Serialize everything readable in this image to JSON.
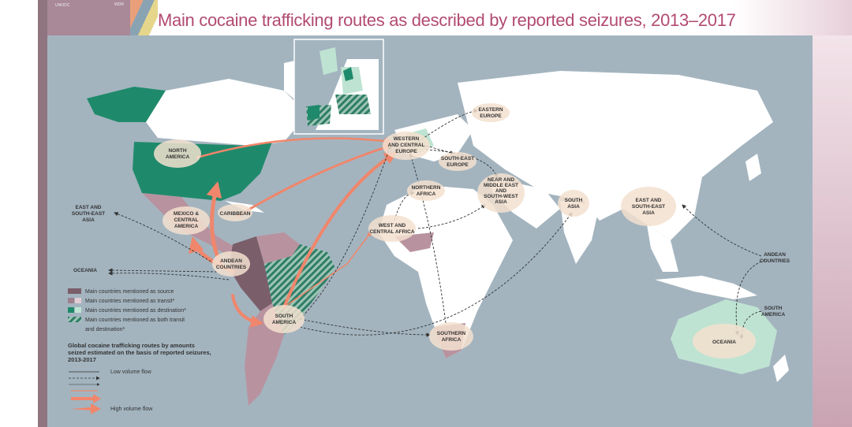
{
  "title": "Main cocaine trafficking routes as described by reported seizures, 2013–2017",
  "logos": {
    "left": "UNODC",
    "right": "WDR"
  },
  "colors": {
    "title": "#b24a72",
    "ocean": "#a3b4bf",
    "land": "#ffffff",
    "source": "#7a5f6a",
    "transit": "#b8939f",
    "destination": "#1f8a6b",
    "destination_light": "#bfe3d2",
    "flow": "#f0866b",
    "region_bubble": "#f3e0cf"
  },
  "regions": {
    "north_america": [
      "NORTH",
      "AMERICA"
    ],
    "mexico_central_america": [
      "MEXICO &",
      "CENTRAL",
      "AMERICA"
    ],
    "caribbean": [
      "CARIBBEAN"
    ],
    "andean_countries": [
      "ANDEAN",
      "COUNTRIES"
    ],
    "south_america": [
      "SOUTH",
      "AMERICA"
    ],
    "western_central_europe": [
      "WESTERN",
      "AND CENTRAL",
      "EUROPE"
    ],
    "eastern_europe": [
      "EASTERN",
      "EUROPE"
    ],
    "south_east_europe": [
      "SOUTH-EAST",
      "EUROPE"
    ],
    "northern_africa": [
      "NORTHERN",
      "AFRICA"
    ],
    "near_middle_east": [
      "NEAR AND",
      "MIDDLE EAST",
      "AND",
      "SOUTH-WEST",
      "ASIA"
    ],
    "west_central_africa": [
      "WEST AND",
      "CENTRAL AFRICA"
    ],
    "south_asia": [
      "SOUTH",
      "ASIA"
    ],
    "east_south_east_asia": [
      "EAST AND",
      "SOUTH-EAST",
      "ASIA"
    ],
    "southern_africa": [
      "SOUTHERN",
      "AFRICA"
    ],
    "oceania": [
      "OCEANIA"
    ],
    "east_asia_left": [
      "EAST AND",
      "SOUTH-EAST",
      "ASIA"
    ],
    "oceania_left": [
      "OCEANIA"
    ],
    "andean_right": [
      "ANDEAN",
      "COUNTRIES"
    ],
    "south_america_right": [
      "SOUTH",
      "AMERICA"
    ]
  },
  "legend": {
    "categories": [
      "Main countries mentioned as source",
      "Main countries mentioned as transit*",
      "Main countries mentioned as destination*",
      "Main countries mentioned as both transit",
      "and destination*"
    ],
    "routes_title": [
      "Global cocaine trafficking routes by amounts",
      "seized estimated on the basis of reported seizures,",
      "2013-2017"
    ],
    "low": "Low volume flow",
    "high": "High volume flow"
  }
}
